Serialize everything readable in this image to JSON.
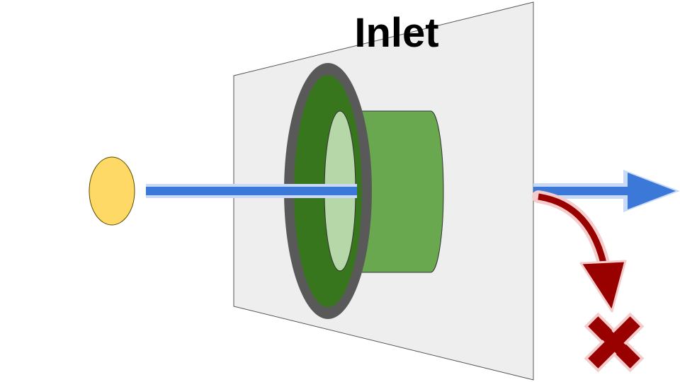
{
  "diagram": {
    "title": "Inlet",
    "icons": {
      "particle": "particle-dot",
      "inlet_panel": "inlet-plane",
      "ring": "inlet-ring",
      "pass_arrow": "pass-through-arrow",
      "reject_arrow": "deflected-arrow",
      "reject_mark": "reject-x-icon"
    },
    "colors": {
      "particle": "#ffd966",
      "panel": "#eeeeee",
      "ring_outer": "#595959",
      "ring_green": "#38761d",
      "ring_inner": "#b6d7a8",
      "cylinder": "#6aa84f",
      "beam": "#3c78d8",
      "beam_halo": "#c9daf8",
      "reject": "#990000",
      "reject_halo": "#f4cccc"
    }
  }
}
